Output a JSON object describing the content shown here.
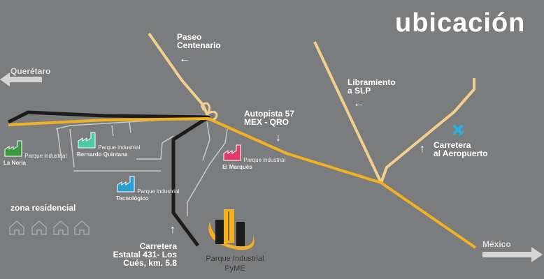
{
  "title": "ubicación",
  "roads": {
    "queretaro": "Querétaro",
    "mexico": "México",
    "paseo": [
      "Paseo",
      "Centenario"
    ],
    "libramiento": [
      "Libramiento",
      "a SLP"
    ],
    "autopista": [
      "Autopista 57",
      "MEX - QRO"
    ],
    "aeropuerto": [
      "Carretera",
      "al Aeropuerto"
    ],
    "estatal": [
      "Carretera",
      "Estatal 431- Los",
      "Cués, km. 5.8"
    ]
  },
  "parks": [
    {
      "label": "Parque industrial",
      "name": "La Noria",
      "color": "#3a9a3e"
    },
    {
      "label": "Parque industrial",
      "name": "Bernardo Quintana",
      "color": "#4ec9a6"
    },
    {
      "label": "Parque industrial",
      "name": "Tecnológico",
      "color": "#2a9fd0"
    },
    {
      "label": "Parque industrial",
      "name": "El Marqués",
      "color": "#e23a6a"
    }
  ],
  "residential": "zona residencial",
  "logo": {
    "line1": "Parque Industrial",
    "line2": "PyME"
  },
  "colors": {
    "highway": "#f2b120",
    "road": "#f1cf8e",
    "black_road": "#1c1c1c",
    "plane": "#2ab0e0"
  }
}
